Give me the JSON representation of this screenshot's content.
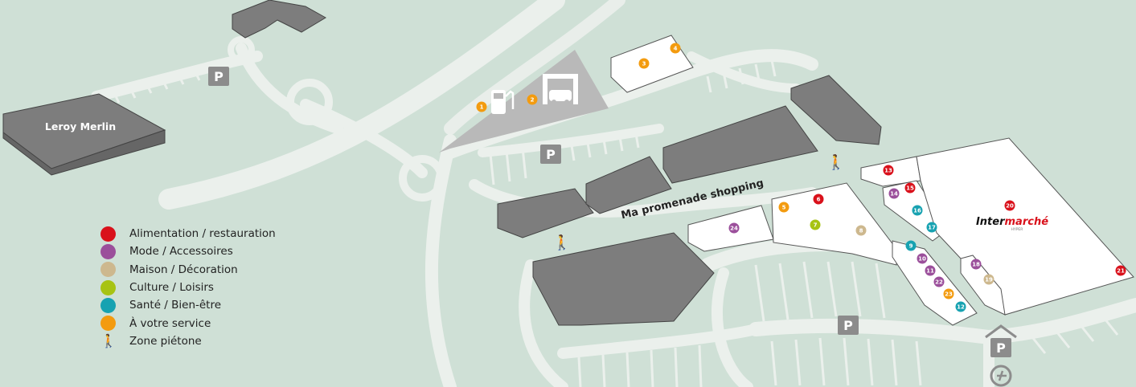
{
  "map": {
    "street_label": "Ma promenade shopping",
    "leroy_merlin_label": "Leroy Merlin",
    "intermarche": {
      "brand_prefix": "Inter",
      "brand_suffix": "marché",
      "sub": "HYPER"
    },
    "parking_label": "P"
  },
  "legend": {
    "items": [
      {
        "label": "Alimentation / restauration",
        "color": "#d9111b"
      },
      {
        "label": "Mode / Accessoires",
        "color": "#9b4f9b"
      },
      {
        "label": "Maison / Décoration",
        "color": "#cdb88e"
      },
      {
        "label": "Culture / Loisirs",
        "color": "#a7c313"
      },
      {
        "label": "Santé / Bien-être",
        "color": "#17a2b1"
      },
      {
        "label": "À votre service",
        "color": "#f39b0f"
      }
    ],
    "pedestrian_label": "Zone piétone",
    "pedestrian_icon": "pedestrian-icon"
  },
  "markers": [
    {
      "n": "1",
      "cat": "service"
    },
    {
      "n": "2",
      "cat": "service"
    },
    {
      "n": "3",
      "cat": "service"
    },
    {
      "n": "4",
      "cat": "service"
    },
    {
      "n": "5",
      "cat": "service"
    },
    {
      "n": "6",
      "cat": "food"
    },
    {
      "n": "7",
      "cat": "culture"
    },
    {
      "n": "8",
      "cat": "home"
    },
    {
      "n": "9",
      "cat": "health"
    },
    {
      "n": "10",
      "cat": "fashion"
    },
    {
      "n": "11",
      "cat": "fashion"
    },
    {
      "n": "12",
      "cat": "health"
    },
    {
      "n": "13",
      "cat": "food"
    },
    {
      "n": "14",
      "cat": "fashion"
    },
    {
      "n": "15",
      "cat": "food"
    },
    {
      "n": "16",
      "cat": "health"
    },
    {
      "n": "17",
      "cat": "health"
    },
    {
      "n": "18",
      "cat": "fashion"
    },
    {
      "n": "19",
      "cat": "home"
    },
    {
      "n": "20",
      "cat": "food"
    },
    {
      "n": "21",
      "cat": "food"
    },
    {
      "n": "22",
      "cat": "fashion"
    },
    {
      "n": "23",
      "cat": "service"
    },
    {
      "n": "24",
      "cat": "fashion"
    }
  ],
  "colors": {
    "food": "#d9111b",
    "fashion": "#9b4f9b",
    "home": "#cdb88e",
    "culture": "#a7c313",
    "health": "#17a2b1",
    "service": "#f39b0f",
    "background": "#cfe0d6",
    "road": "#ebf0ec",
    "building": "#7d7d7d",
    "fuel_area": "#b9b9b9"
  }
}
